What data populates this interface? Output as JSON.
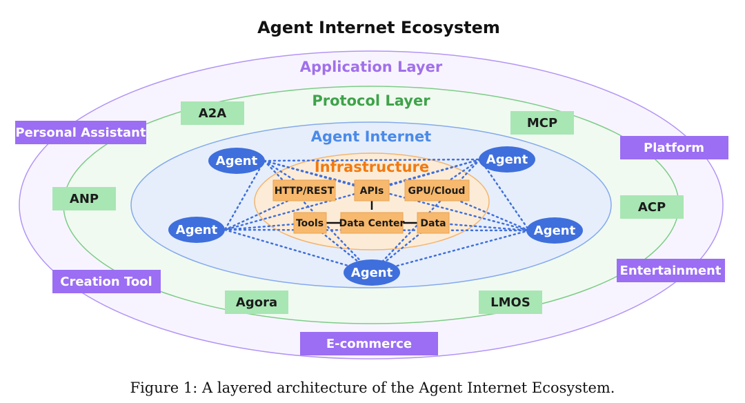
{
  "title": "Agent Internet Ecosystem",
  "caption": "Figure 1: A layered architecture of the Agent Internet Ecosystem.",
  "colors": {
    "application": "#9b6ef3",
    "protocol": "#a8e6b4",
    "agent": "#3f6fdc",
    "infrastructure": "#f7b96d"
  },
  "layers": {
    "application": "Application Layer",
    "protocol": "Protocol Layer",
    "agent_internet": "Agent Internet",
    "infrastructure": "Infrastructure"
  },
  "application_items": [
    "Personal Assistant",
    "Platform",
    "Creation Tool",
    "Entertainment",
    "E-commerce"
  ],
  "protocol_items": [
    "A2A",
    "MCP",
    "ANP",
    "ACP",
    "Agora",
    "LMOS"
  ],
  "agents": [
    "Agent",
    "Agent",
    "Agent",
    "Agent",
    "Agent"
  ],
  "infrastructure_items": [
    "HTTP/REST",
    "APIs",
    "GPU/Cloud",
    "Tools",
    "Data Center",
    "Data"
  ]
}
